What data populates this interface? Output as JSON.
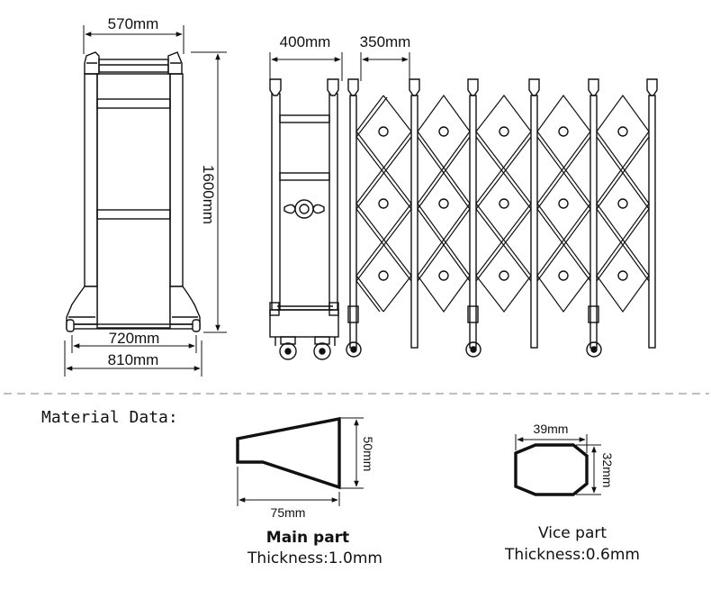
{
  "dimensions": {
    "end_width": "570mm",
    "end_height": "1600mm",
    "base_inner": "720mm",
    "base_outer": "810mm",
    "post_spacing_a": "400mm",
    "post_spacing_b": "350mm"
  },
  "material": {
    "heading": "Material Data:",
    "main_part": {
      "name": "Main part",
      "thickness": "Thickness:1.0mm",
      "width": "75mm",
      "height": "50mm"
    },
    "vice_part": {
      "name": "Vice part",
      "thickness": "Thickness:0.6mm",
      "width": "39mm",
      "height": "32mm"
    }
  }
}
